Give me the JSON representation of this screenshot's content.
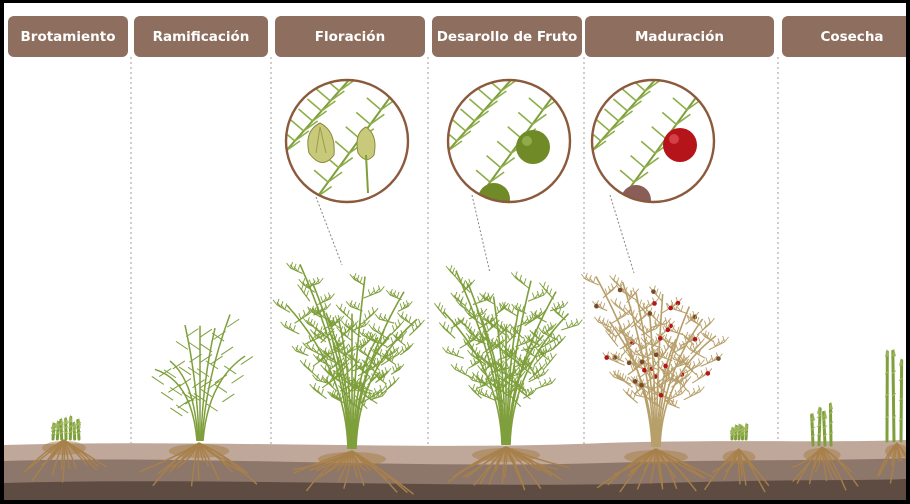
{
  "stages": [
    {
      "label": "Brotamiento"
    },
    {
      "label": "Ramificación"
    },
    {
      "label": "Floración"
    },
    {
      "label": "Desarollo de Fruto"
    },
    {
      "label": "Maduración"
    },
    {
      "label": "Cosecha"
    }
  ],
  "colors": {
    "tab": "#8e6e5e",
    "foliage": "#7e9f3b",
    "root": "#a8804a",
    "soil_top": "#bfa89a",
    "soil_mid": "#8d766a",
    "soil_deep": "#5e4c42",
    "bud": "#c8c97a",
    "green_fruit": "#6f8a26",
    "red_fruit": "#b5141a",
    "ring": "#8b5a3c"
  }
}
